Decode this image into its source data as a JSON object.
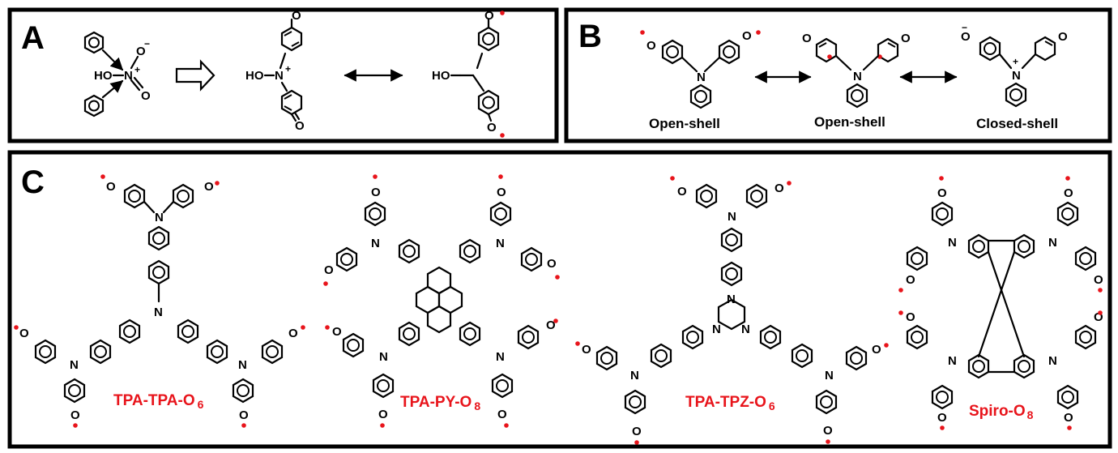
{
  "panels": {
    "a": {
      "label": "A"
    },
    "b": {
      "label": "B",
      "captions": [
        "Open-shell",
        "Open-shell",
        "Closed-shell"
      ]
    },
    "c": {
      "label": "C",
      "compounds": [
        {
          "base": "TPA-TPA-O",
          "sub": "6"
        },
        {
          "base": "TPA-PY-O",
          "sub": "8"
        },
        {
          "base": "TPA-TPZ-O",
          "sub": "6"
        },
        {
          "base": "Spiro-O",
          "sub": "8"
        }
      ]
    }
  },
  "atoms": {
    "ho": "HO",
    "n": "N",
    "o": "O",
    "plus": "+",
    "minus": "−"
  },
  "colors": {
    "radical": "#e8141b",
    "ink": "#000000"
  }
}
